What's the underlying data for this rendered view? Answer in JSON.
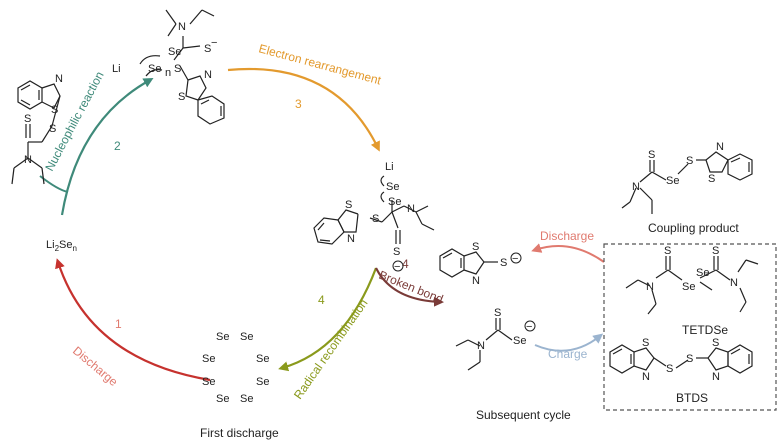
{
  "colors": {
    "discharge_red": "#c6322e",
    "discharge_light": "#e07a6f",
    "teal": "#3f8a7a",
    "orange": "#e39a2e",
    "brown": "#7a3b38",
    "olive": "#8a9a1c",
    "charge_blue": "#9bb4cf",
    "bond": "#222222"
  },
  "steps": {
    "s1": {
      "number": "1",
      "text": "Discharge"
    },
    "s2": {
      "number": "2",
      "text": "Nucleophilic reaction"
    },
    "s3": {
      "number": "3",
      "text": "Electron rearrangement"
    },
    "s4a": {
      "number": "4",
      "text": "Broken bond"
    },
    "s4b": {
      "number": "4",
      "text": "Radical recombination"
    }
  },
  "species": {
    "li2sen": {
      "base": "Li",
      "sub1": "2",
      "mid": "Se",
      "sub2": "n"
    },
    "first_discharge": "First discharge",
    "subsequent_cycle": "Subsequent cycle",
    "coupling_product": "Coupling product",
    "tetdse": "TETDSe",
    "btds": "BTDS"
  },
  "labels": {
    "discharge": "Discharge",
    "charge": "Charge"
  },
  "atoms": {
    "S": "S",
    "N": "N",
    "Se": "Se",
    "Li": "Li",
    "n": "n",
    "minus": "−"
  }
}
